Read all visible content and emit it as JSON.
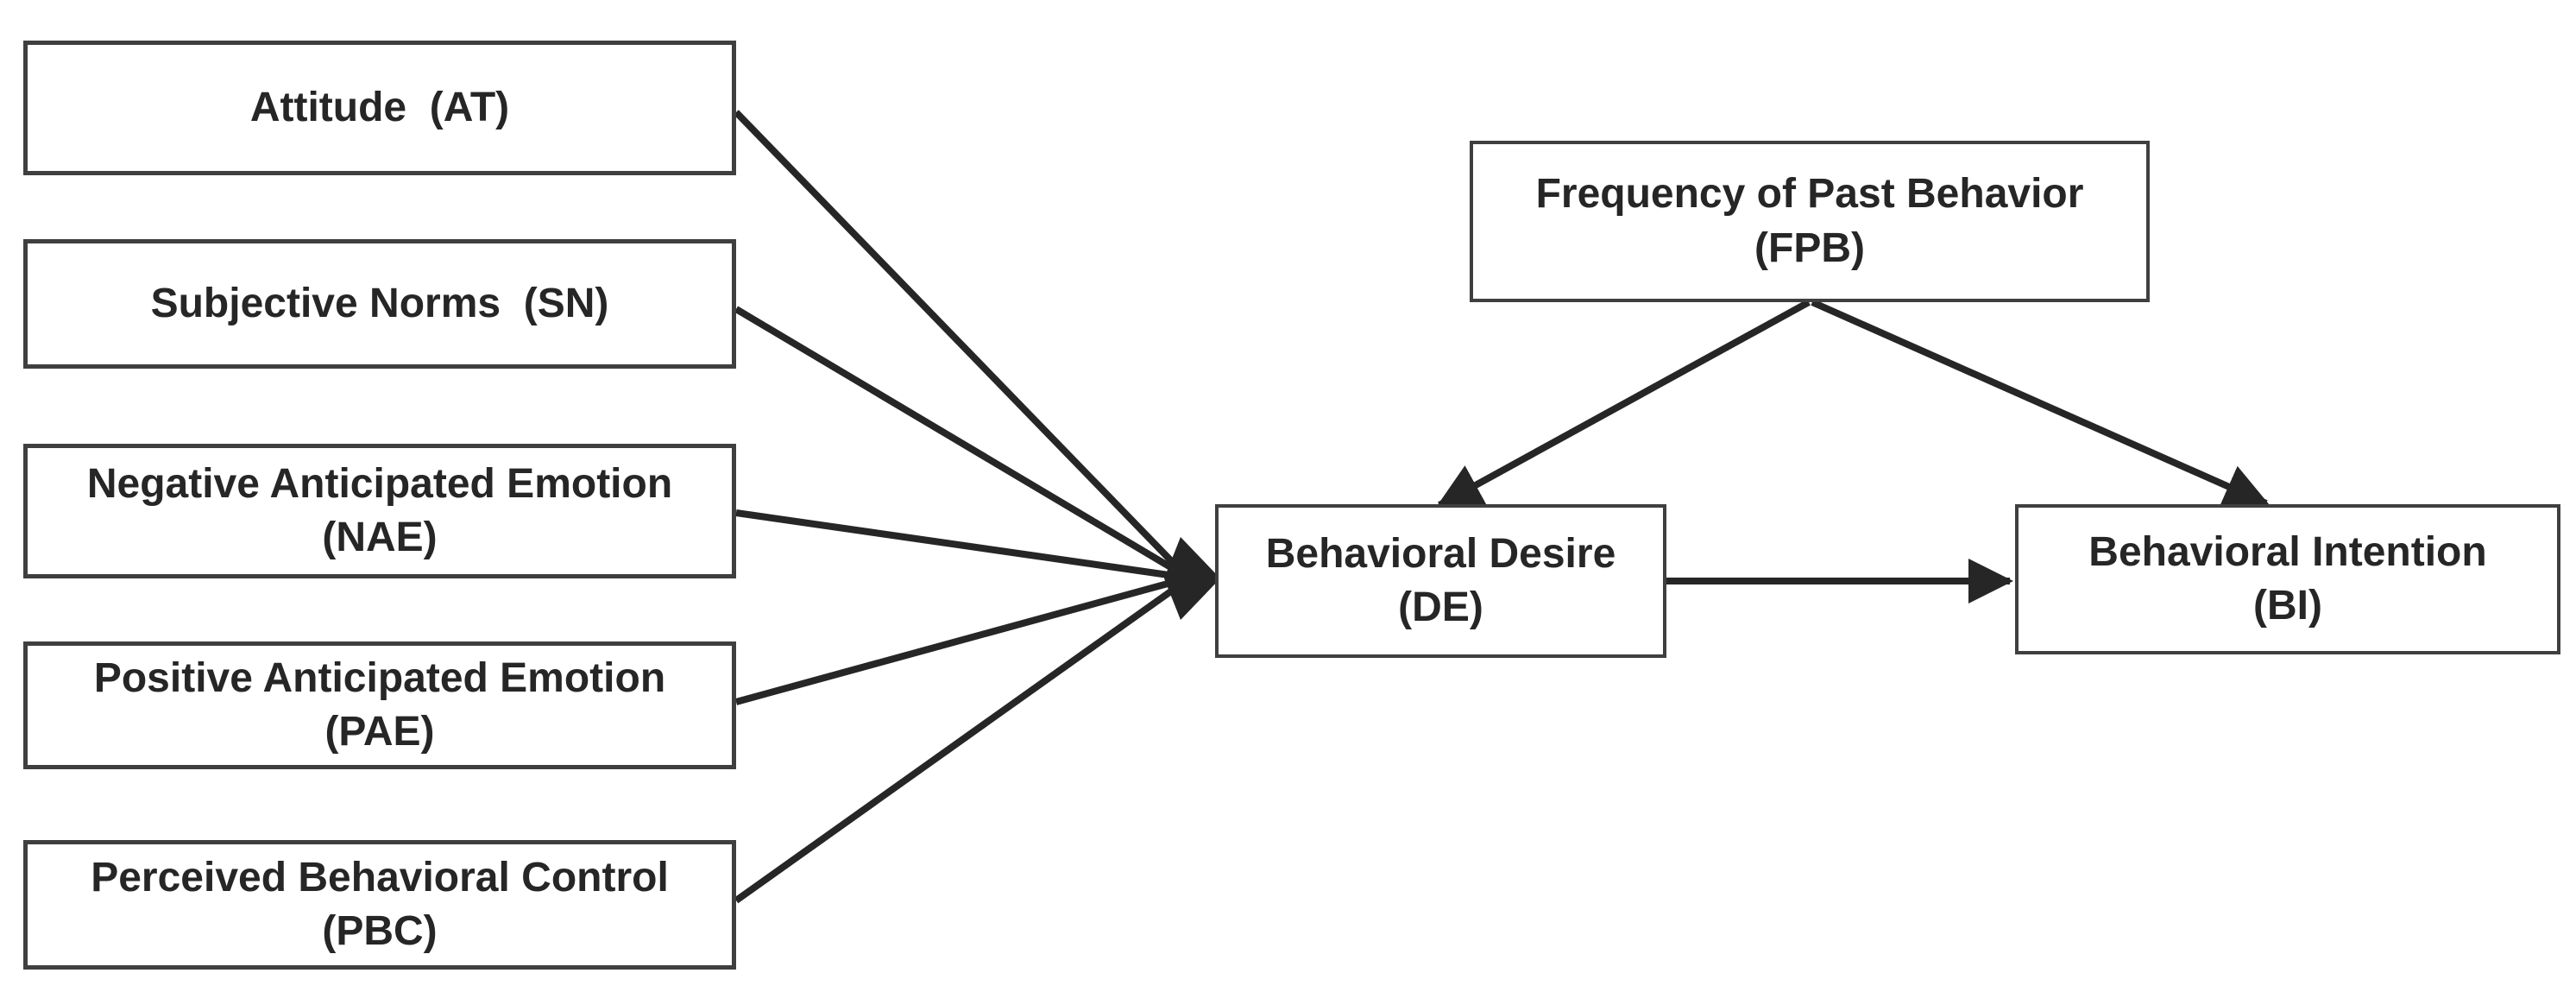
{
  "colors": {
    "background": "#ffffff",
    "box_border": "#3f3f3f",
    "line": "#262626",
    "text": "#262626"
  },
  "nodes": {
    "at": {
      "label": "Attitude  (AT)"
    },
    "sn": {
      "label": "Subjective Norms  (SN)"
    },
    "nae": {
      "line1": "Negative Anticipated Emotion",
      "line2": "(NAE)"
    },
    "pae": {
      "line1": "Positive Anticipated Emotion",
      "line2": "(PAE)"
    },
    "pbc": {
      "line1": "Perceived Behavioral Control",
      "line2": "(PBC)"
    },
    "fpb": {
      "line1": "Frequency of Past Behavior",
      "line2": "(FPB)"
    },
    "de": {
      "line1": "Behavioral Desire",
      "line2": "(DE)"
    },
    "bi": {
      "line1": "Behavioral Intention",
      "line2": "(BI)"
    }
  },
  "edges": [
    {
      "from": "AT",
      "to": "DE"
    },
    {
      "from": "SN",
      "to": "DE"
    },
    {
      "from": "NAE",
      "to": "DE"
    },
    {
      "from": "PAE",
      "to": "DE"
    },
    {
      "from": "PBC",
      "to": "DE"
    },
    {
      "from": "FPB",
      "to": "DE"
    },
    {
      "from": "FPB",
      "to": "BI"
    },
    {
      "from": "DE",
      "to": "BI"
    }
  ]
}
